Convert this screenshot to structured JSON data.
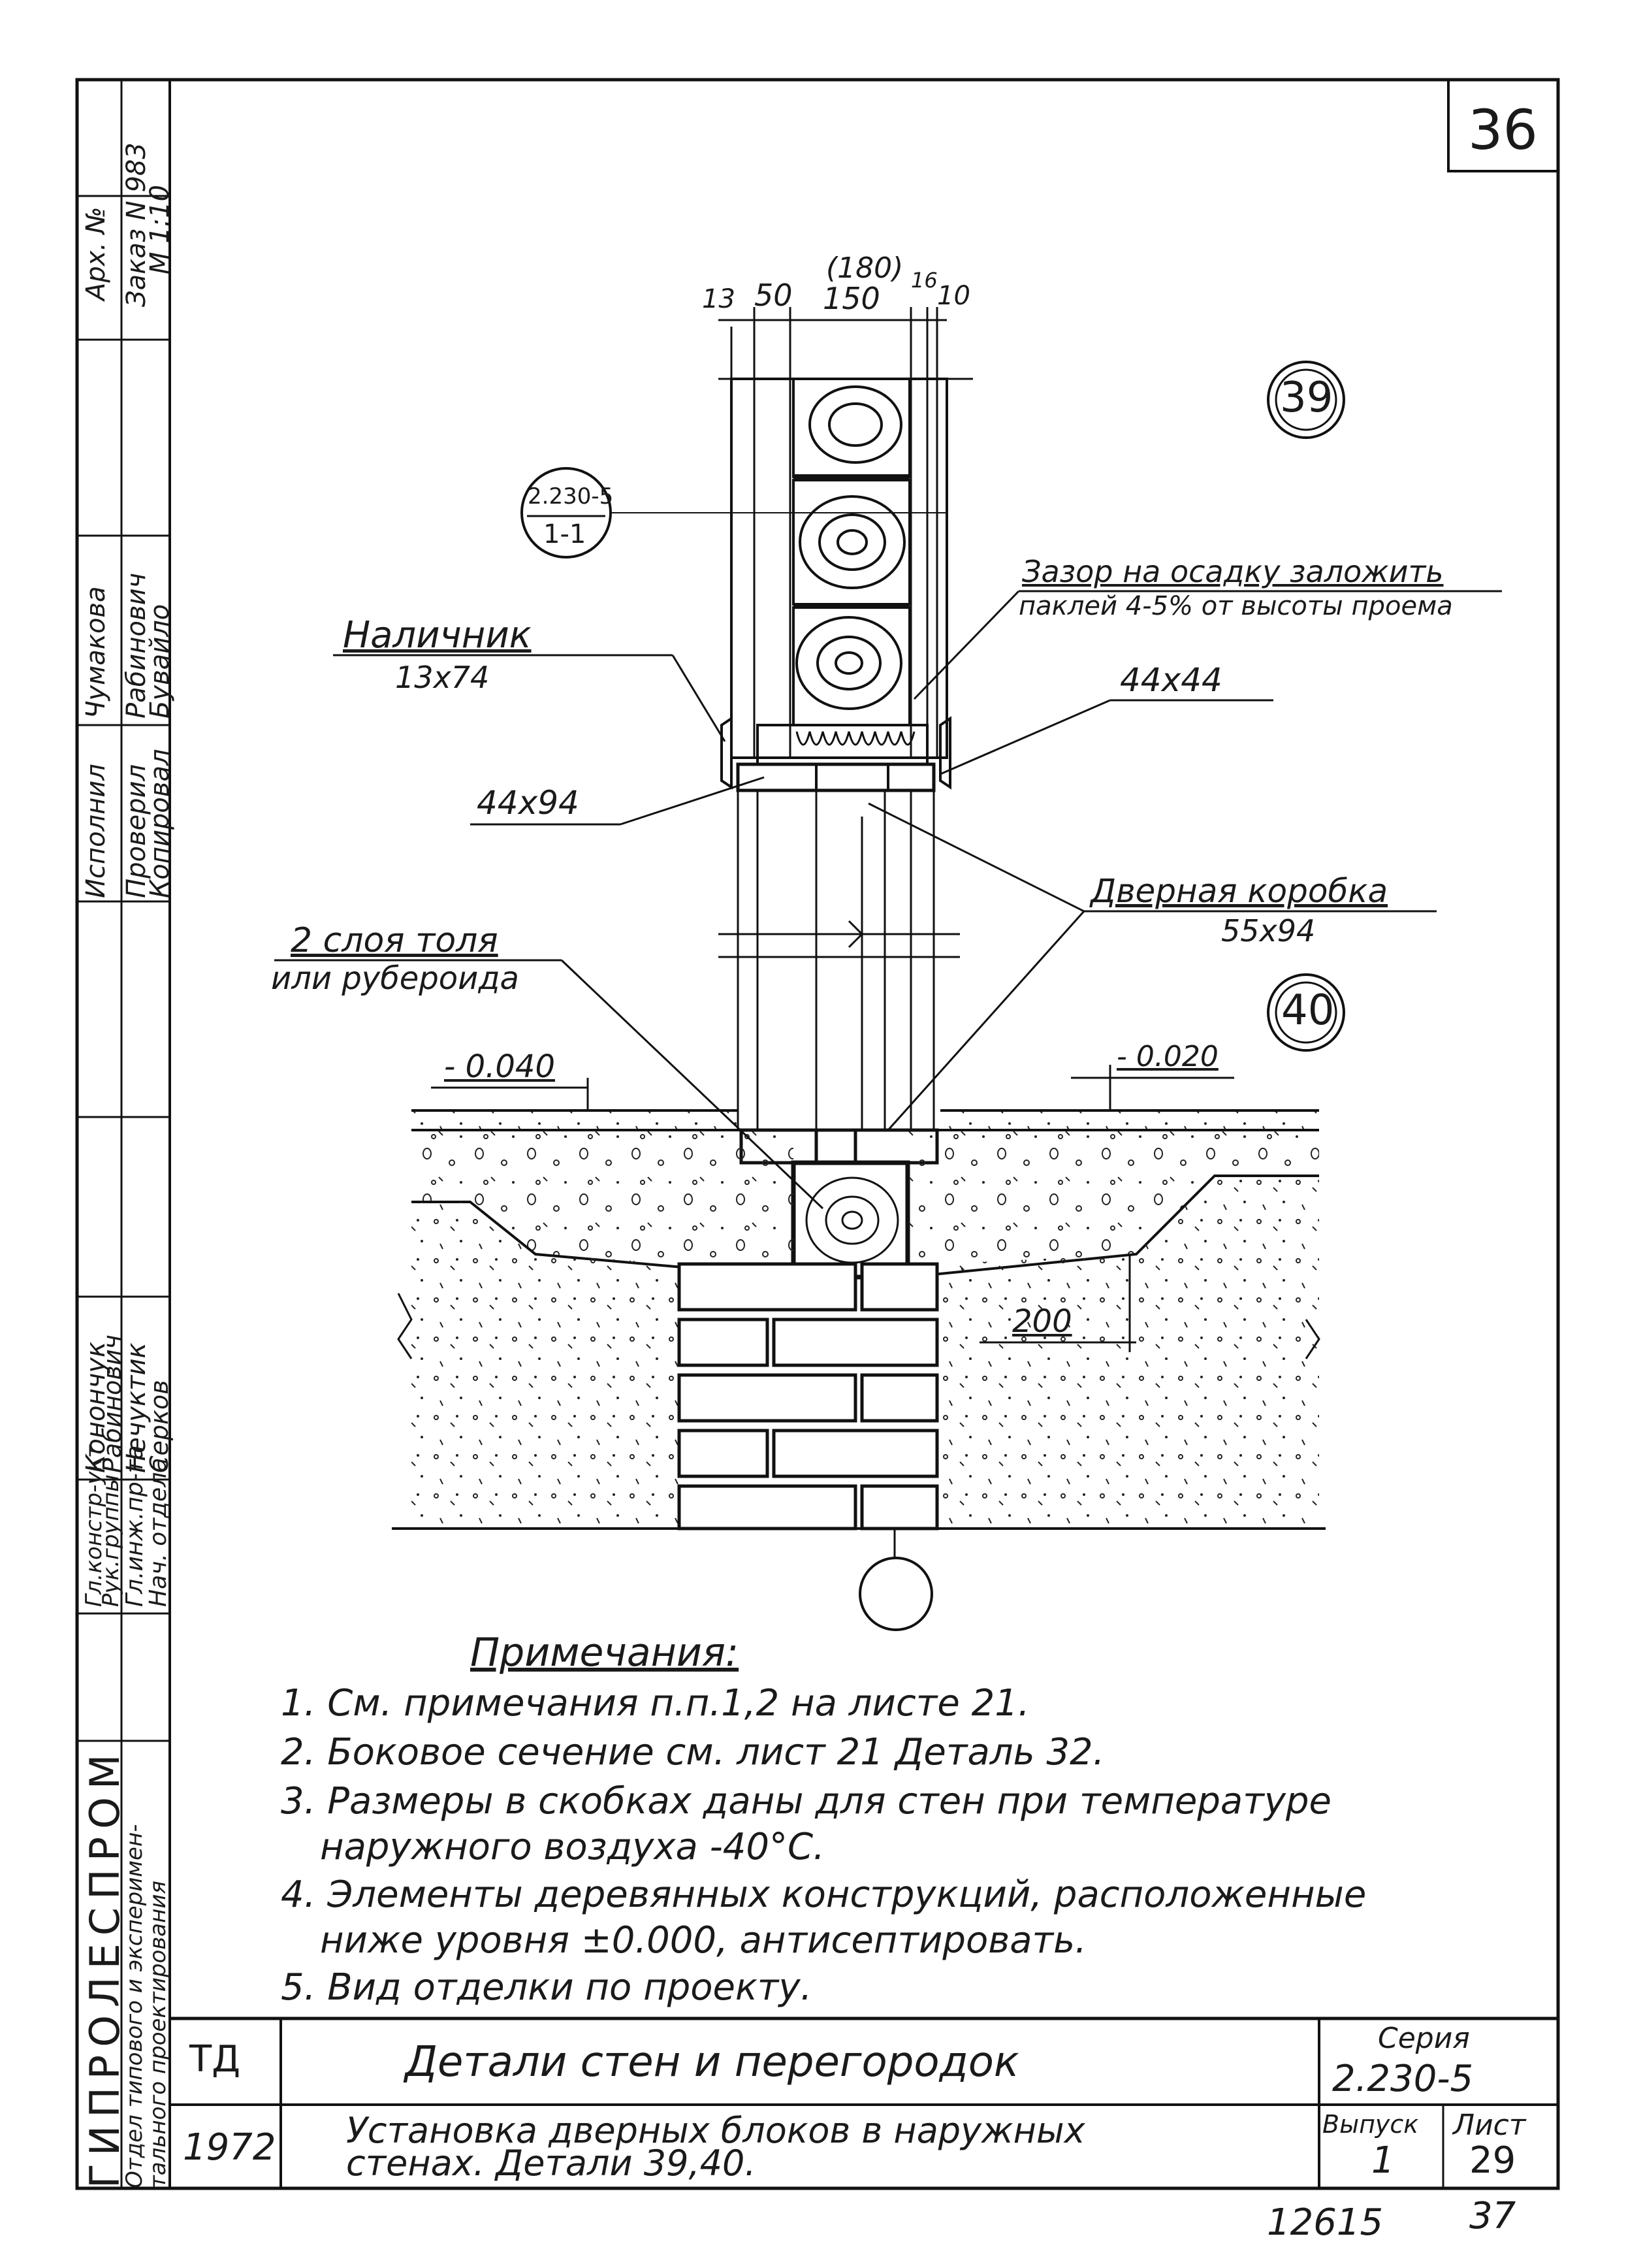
{
  "sheet": {
    "number": "36",
    "bottom_code": "12615",
    "bottom_page": "37"
  },
  "drawing": {
    "detail_39": "39",
    "detail_40": "40",
    "section_ref_top": "2.230-5",
    "section_ref_bottom": "1-1",
    "dims_top": [
      "13",
      "50",
      "(180)",
      "150",
      "16",
      "10"
    ],
    "nalichnik": "Наличник",
    "nalichnik_size": "13x74",
    "zazor_line1": "Зазор на осадку заложить",
    "zazor_line2": "паклей 4-5% от высоты проема",
    "size_44x44": "44x44",
    "size_44x94": "44x94",
    "korobka": "Дверная коробка",
    "korobka_size": "55x94",
    "tol_line1": "2 слоя толя",
    "tol_line2": "или рубероида",
    "level_left": "- 0.040",
    "level_right": "- 0.020",
    "dim_200": "200"
  },
  "notes": {
    "heading": "Примечания:",
    "items": [
      "1. См. примечания п.п.1,2 на листе 21.",
      "2. Боковое сечение см. лист 21 Деталь 32.",
      "3. Размеры в скобках даны для стен при температуре",
      "наружного воздуха -40°С.",
      "4. Элементы деревянных конструкций, расположенные",
      "ниже уровня ±0.000, антисептировать.",
      "5. Вид отделки по проекту."
    ]
  },
  "title_block": {
    "td": "ТД",
    "year": "1972",
    "title": "Детали стен и перегородок",
    "subtitle_line1": "Установка дверных блоков в наружных",
    "subtitle_line2": "стенах. Детали 39,40.",
    "series_label": "Серия",
    "series_value": "2.230-5",
    "vypusk_label": "Выпуск",
    "vypusk_value": "1",
    "list_label": "Лист",
    "list_value": "29"
  },
  "side_strip": {
    "org": "ГИПРОЛЕСПРОМ",
    "dept_line1": "Отдел типового и эксперимен-",
    "dept_line2": "тального проектирования",
    "roles": [
      "Гл.инж.пр-та",
      "Нач. отдела",
      "Гл.констр-укт",
      "Рук.группы"
    ],
    "names_a": [
      "Конончук",
      "Нечуктик",
      "Серков",
      "Рабинович"
    ],
    "col_headers": [
      "Исполнил",
      "Проверил",
      "Копировал"
    ],
    "col_names": [
      "Чумакова",
      "Рабинович",
      "Бувайло"
    ],
    "arch_no": "Арх. №",
    "order_no": "Заказ N 983",
    "scale": "М 1:10"
  }
}
